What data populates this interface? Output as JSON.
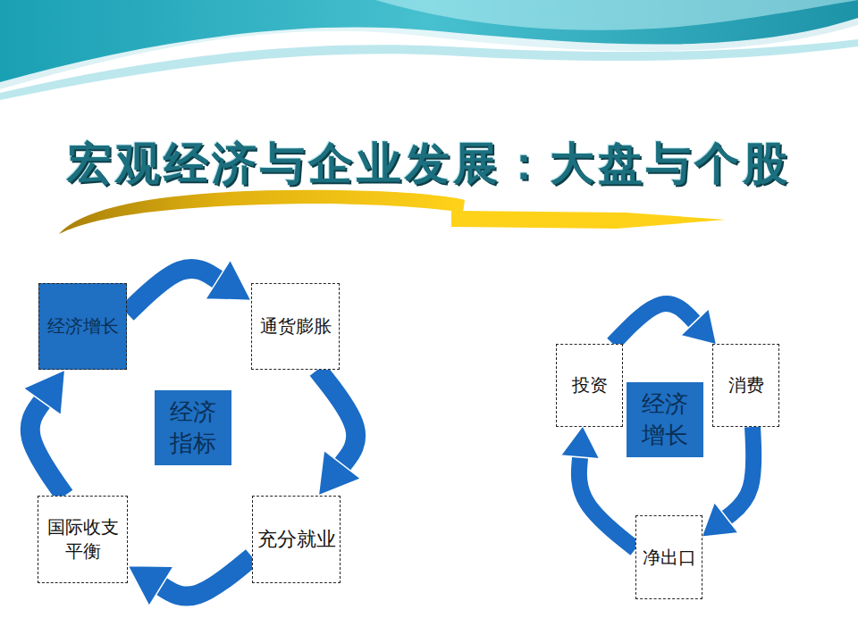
{
  "diagram": {
    "title": "宏观经济与企业发展：大盘与个股",
    "nodes": [
      {
        "text": [
          "经济增长"
        ]
      },
      {
        "text": [
          "通货膨胀"
        ]
      },
      {
        "text": [
          "经济 指标"
        ]
      },
      {
        "text": [
          "国际收支 平衡"
        ]
      },
      {
        "text": [
          "充分就业"
        ]
      },
      {
        "text": [
          "投资"
        ]
      },
      {
        "text": [
          "经济 增长"
        ]
      },
      {
        "text": [
          "消费"
        ]
      },
      {
        "text": [
          "净出口"
        ]
      }
    ],
    "edges": [
      {
        "from": 0,
        "to": 1,
        "arrow": "to"
      },
      {
        "from": 1,
        "to": 4,
        "arrow": "to"
      },
      {
        "from": 4,
        "to": 3,
        "arrow": "to"
      },
      {
        "from": 3,
        "to": 0,
        "arrow": "to"
      },
      {
        "from": 5,
        "to": 7,
        "arrow": "to"
      },
      {
        "from": 7,
        "to": 8,
        "arrow": "to"
      },
      {
        "from": 8,
        "to": 5,
        "arrow": "to"
      }
    ]
  }
}
